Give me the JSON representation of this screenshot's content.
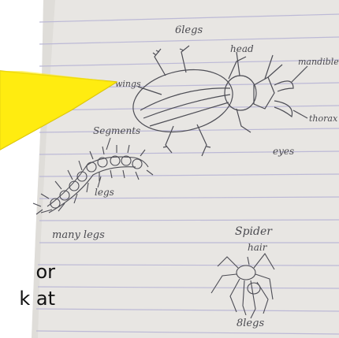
{
  "colors": {
    "paper": "#e9e7e4",
    "paper_edge": "#c9c7c2",
    "ruled_line": "#b9b6d6",
    "pencil": "#4a4a50",
    "callout_fill": "#ffea00",
    "callout_stroke": "#e0c900",
    "caption_text": "#111111"
  },
  "callout": {
    "color": "yellow",
    "shape": "speech-bubble-pointer"
  },
  "captions": [
    "or",
    "k at"
  ],
  "sketch": {
    "labels": {
      "six_legs": "6legs",
      "head": "head",
      "mandible": "mandible",
      "wings": "wings",
      "thorax": "thorax",
      "eyes": "eyes",
      "segments": "Segments",
      "legs": "legs",
      "many_legs": "many legs",
      "spider": "Spider",
      "hair": "hair",
      "eight_legs": "8legs"
    }
  }
}
